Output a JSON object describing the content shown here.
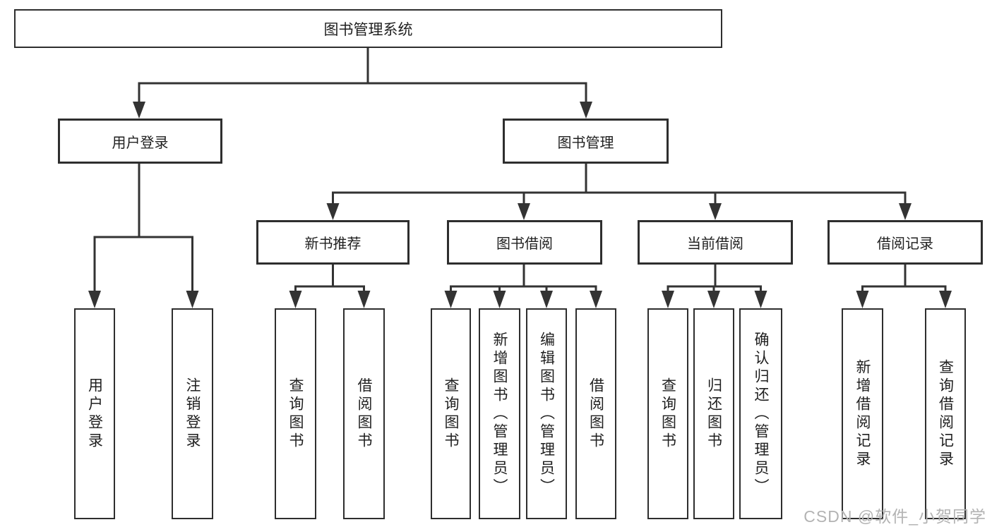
{
  "diagram": {
    "root": "图书管理系统",
    "user_branch": {
      "label": "用户登录",
      "children": [
        "用户登录",
        "注销登录"
      ]
    },
    "book_branch": {
      "label": "图书管理",
      "children": [
        {
          "label": "新书推荐",
          "children": [
            "查询图书",
            "借阅图书"
          ]
        },
        {
          "label": "图书借阅",
          "children": [
            "查询图书",
            "新增图书（管理员）",
            "编辑图书（管理员）",
            "借阅图书"
          ]
        },
        {
          "label": "当前借阅",
          "children": [
            "查询图书",
            "归还图书",
            "确认归还（管理员）"
          ]
        },
        {
          "label": "借阅记录",
          "children": [
            "新增借阅记录",
            "查询借阅记录"
          ]
        }
      ]
    },
    "watermark": "CSDN @软件_小贺同学"
  }
}
